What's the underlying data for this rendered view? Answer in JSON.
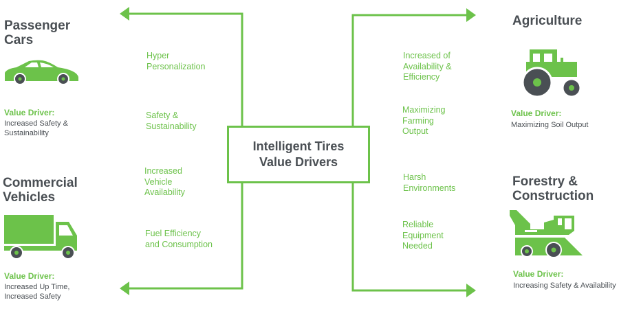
{
  "center": {
    "line1": "Intelligent Tires",
    "line2": "Value Drivers"
  },
  "colors": {
    "accent": "#6cc24a",
    "text": "#4a4f54"
  },
  "sectors": {
    "passenger": {
      "title1": "Passenger",
      "title2": "Cars",
      "vd_label": "Value Driver:",
      "vd_line1": "Increased Safety &",
      "vd_line2": "Sustainability",
      "icon": "car-icon"
    },
    "commercial": {
      "title1": "Commercial",
      "title2": "Vehicles",
      "vd_label": "Value Driver:",
      "vd_line1": "Increased Up Time,",
      "vd_line2": "Increased Safety",
      "icon": "truck-icon"
    },
    "agriculture": {
      "title1": "Agriculture",
      "vd_label": "Value Driver:",
      "vd_line1": "Maximizing Soil Output",
      "icon": "tractor-icon"
    },
    "forestry": {
      "title1": "Forestry &",
      "title2": "Construction",
      "vd_label": "Value Driver:",
      "vd_line1": "Increasing Safety & Availability",
      "icon": "forestry-machine-icon"
    }
  },
  "left_drivers": [
    {
      "l1": "Hyper",
      "l2": "Personalization"
    },
    {
      "l1": "Safety &",
      "l2": "Sustainability"
    },
    {
      "l1": "Increased",
      "l2": "Vehicle",
      "l3": "Availability"
    },
    {
      "l1": "Fuel Efficiency",
      "l2": "and Consumption"
    }
  ],
  "right_drivers": [
    {
      "l1": "Increased of",
      "l2": "Availability &",
      "l3": "Efficiency"
    },
    {
      "l1": "Maximizing",
      "l2": "Farming",
      "l3": "Output"
    },
    {
      "l1": "Harsh",
      "l2": "Environments"
    },
    {
      "l1": "Reliable",
      "l2": "Equipment",
      "l3": "Needed"
    }
  ]
}
